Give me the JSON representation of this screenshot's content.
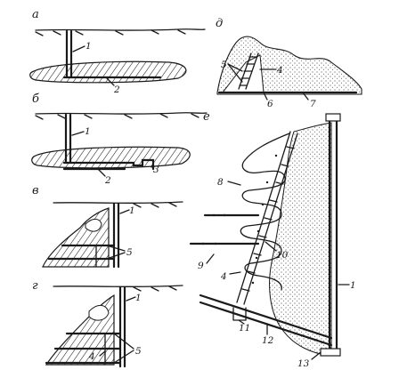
{
  "panels": [
    {
      "letter": "а",
      "labels": [
        "1",
        "2"
      ]
    },
    {
      "letter": "б",
      "labels": [
        "1",
        "2",
        "3"
      ]
    },
    {
      "letter": "в",
      "labels": [
        "1",
        "5"
      ]
    },
    {
      "letter": "г",
      "labels": [
        "1",
        "4",
        "5"
      ]
    },
    {
      "letter": "д",
      "labels": [
        "5",
        "4",
        "6",
        "7"
      ]
    },
    {
      "letter": "е",
      "labels": [
        "8",
        "10",
        "9",
        "4",
        "11",
        "12",
        "1",
        "13"
      ]
    }
  ],
  "colors": {
    "ink": "#1a1a1a",
    "paper": "#ffffff"
  }
}
